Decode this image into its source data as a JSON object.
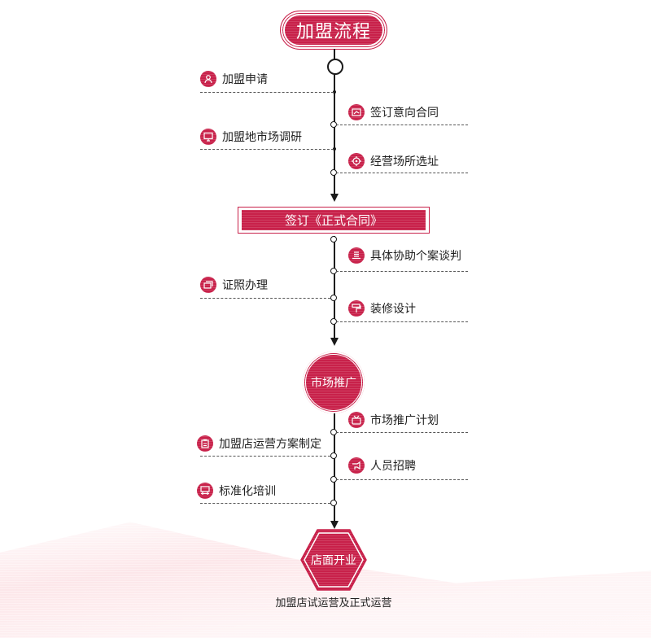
{
  "title": "加盟流程",
  "colors": {
    "accent": "#c8214a",
    "line": "#1a1a1a",
    "dash": "#555555"
  },
  "phase1": {
    "steps": [
      {
        "label": "加盟申请",
        "side": "left",
        "icon": "user-icon"
      },
      {
        "label": "签订意向合同",
        "side": "right",
        "icon": "contract-chart-icon"
      },
      {
        "label": "加盟地市场调研",
        "side": "left",
        "icon": "monitor-research-icon"
      },
      {
        "label": "经营场所选址",
        "side": "right",
        "icon": "target-location-icon"
      }
    ]
  },
  "milestone1": "签订《正式合同》",
  "phase2": {
    "steps": [
      {
        "label": "具体协助个案谈判",
        "side": "right",
        "icon": "negotiation-printer-icon"
      },
      {
        "label": "证照办理",
        "side": "left",
        "icon": "license-cards-icon"
      },
      {
        "label": "装修设计",
        "side": "right",
        "icon": "paint-roller-icon"
      }
    ]
  },
  "milestone2": "市场推广",
  "phase3": {
    "steps": [
      {
        "label": "市场推广计划",
        "side": "right",
        "icon": "tv-broadcast-icon"
      },
      {
        "label": "加盟店运营方案制定",
        "side": "left",
        "icon": "clipboard-plan-icon"
      },
      {
        "label": "人员招聘",
        "side": "right",
        "icon": "megaphone-recruit-icon"
      },
      {
        "label": "标准化培训",
        "side": "left",
        "icon": "training-board-icon"
      }
    ]
  },
  "milestone3": "店面开业",
  "caption": "加盟店试运营及正式运营"
}
